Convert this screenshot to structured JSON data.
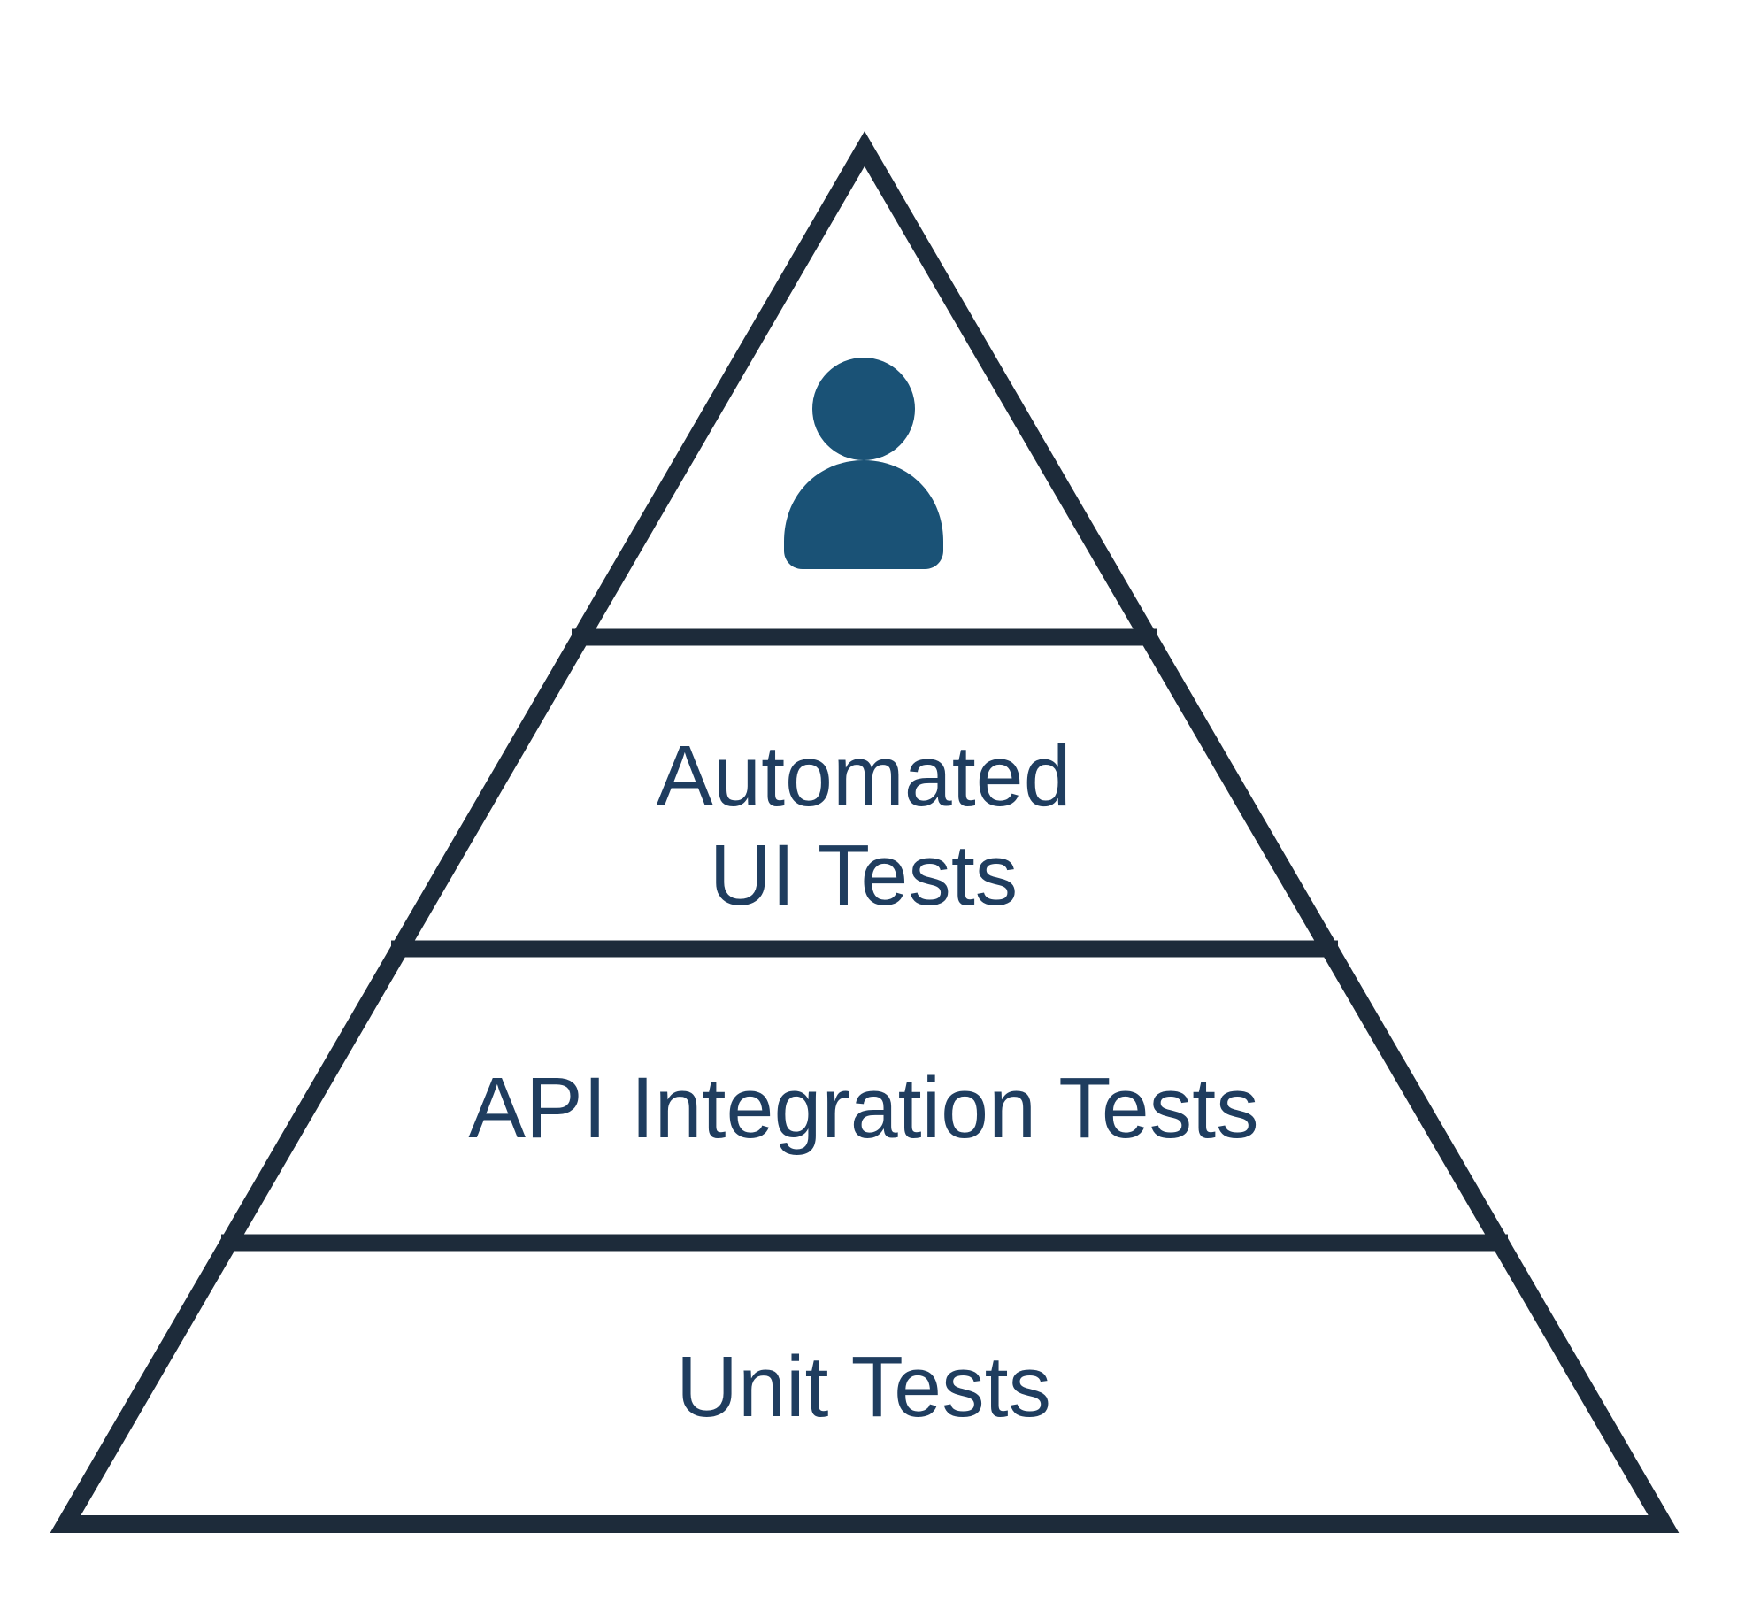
{
  "diagram": {
    "type": "pyramid",
    "subject": "test-automation-pyramid"
  },
  "colors": {
    "outline": "#1d2b3a",
    "label_text": "#1f3d5f",
    "icon_fill": "#1a5276",
    "background": "#ffffff"
  },
  "pyramid": {
    "levels": [
      {
        "id": "manual-tests",
        "icon": "person-icon",
        "lines": []
      },
      {
        "id": "automated-ui-tests",
        "lines": [
          "Automated",
          "UI Tests"
        ]
      },
      {
        "id": "api-integration-tests",
        "lines": [
          "API Integration Tests"
        ]
      },
      {
        "id": "unit-tests",
        "lines": [
          "Unit Tests"
        ]
      }
    ]
  }
}
